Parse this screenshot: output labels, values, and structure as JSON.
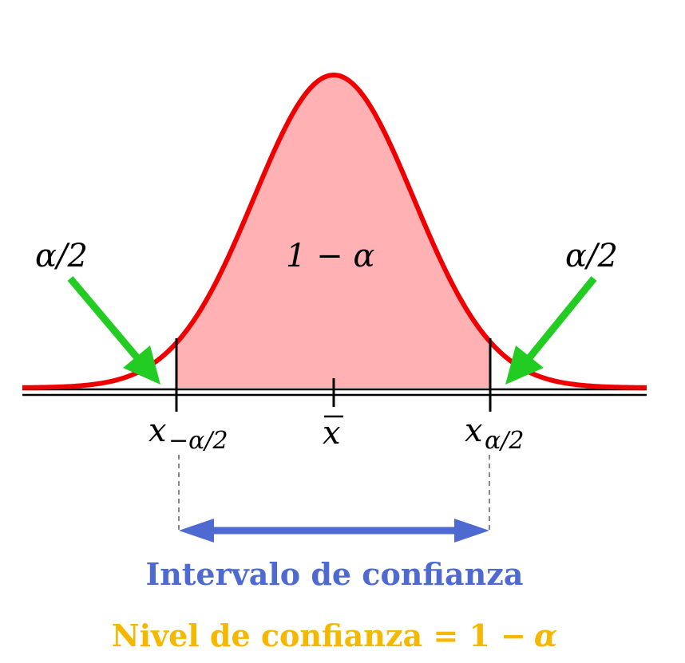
{
  "labels": {
    "center_area": "1 − α",
    "left_tail": "α/2",
    "right_tail": "α/2",
    "left_bound_base": "x",
    "left_bound_sub": "−α/2",
    "mean": "x",
    "right_bound_base": "x",
    "right_bound_sub": "α/2",
    "interval_caption": "Intervalo de confianza",
    "level_caption_prefix": "Nivel de confianza = 1 −",
    "level_caption_alpha": "α"
  },
  "colors": {
    "curve": "#ee0000",
    "fill": "#ffb1b4",
    "axis": "#000000",
    "tail_arrow": "#22cc22",
    "interval_arrow": "#4e6ad0",
    "interval_caption": "#4e6ad0",
    "level_caption": "#f5b800",
    "dashed_guide": "#888888"
  }
}
